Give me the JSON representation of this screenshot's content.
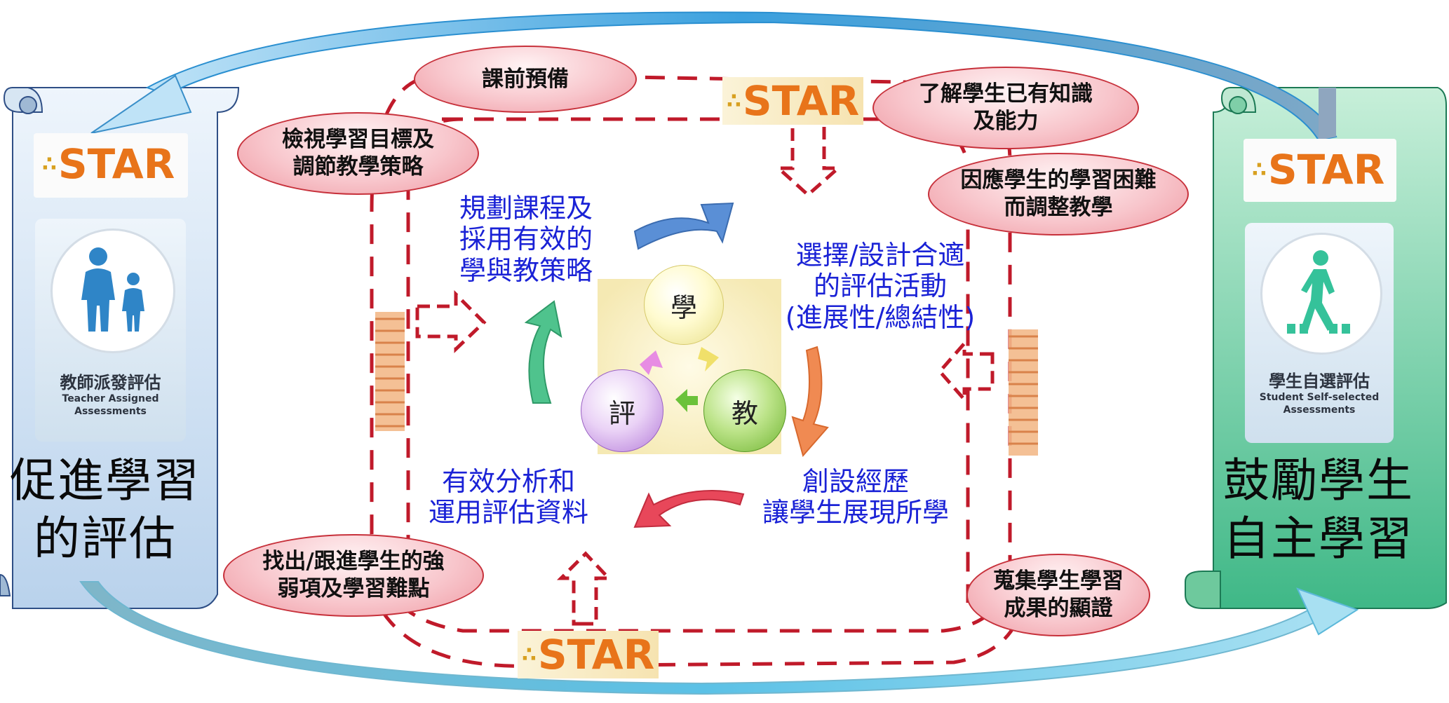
{
  "left_panel": {
    "logo": "STAR",
    "card_label_zh": "教師派發評估",
    "card_label_en": "Teacher Assigned\nAssessments",
    "title": "促進學習\n的評估",
    "icon": "parent-child-icon",
    "color": "#cfe0f3"
  },
  "right_panel": {
    "logo": "STAR",
    "card_label_zh": "學生自選評估",
    "card_label_en": "Student Self-selected\nAssessments",
    "title": "鼓勵學生\n自主學習",
    "icon": "walking-person-icon",
    "color": "#5fc79a"
  },
  "star_logos": [
    "STAR",
    "STAR"
  ],
  "ovals": [
    {
      "id": "lesson-prep",
      "text": "課前預備"
    },
    {
      "id": "review-goals",
      "text": "檢視學習目標及\n調節教學策略"
    },
    {
      "id": "understand-prior",
      "text": "了解學生已有知識\n及能力"
    },
    {
      "id": "adjust-teaching",
      "text": "因應學生的學習困難\n而調整教學"
    },
    {
      "id": "identify-strengths",
      "text": "找出/跟進學生的強\n弱項及學習難點"
    },
    {
      "id": "collect-evidence",
      "text": "蒐集學生學習\n成果的顯證"
    }
  ],
  "cycle_labels": {
    "plan": "規劃課程及\n採用有效的\n學與教策略",
    "select": "選擇/設計合適\n的評估活動\n(進展性/總結性)",
    "analyze": "有效分析和\n運用評估資料",
    "create": "創設經歷\n讓學生展現所學"
  },
  "center": {
    "learn": "學",
    "assess": "評",
    "teach": "教"
  },
  "colors": {
    "dashed_red": "#c01a2a",
    "label_blue": "#1a22d6",
    "star_orange": "#e8741a"
  }
}
